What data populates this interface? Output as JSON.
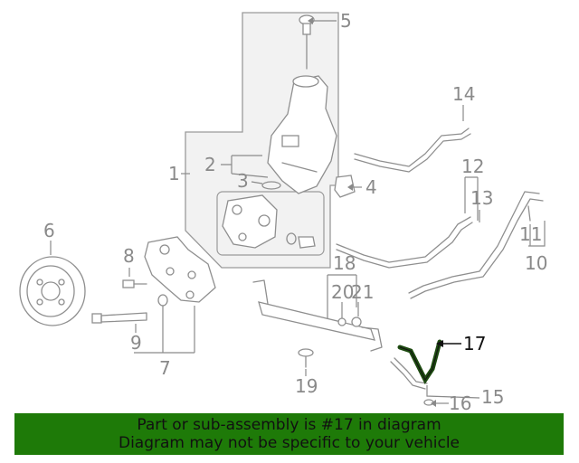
{
  "callouts": [
    "1",
    "2",
    "3",
    "4",
    "5",
    "6",
    "7",
    "8",
    "9",
    "10",
    "11",
    "12",
    "13",
    "14",
    "15",
    "16",
    "17",
    "18",
    "19",
    "20",
    "21"
  ],
  "highlight_part": "17",
  "colors": {
    "banner": "#1e7a08",
    "highlight_hose": "#1d4a10",
    "line": "#8f8f8f",
    "group_fill": "#f2f2f2"
  },
  "banner": {
    "line1": "Part or sub-assembly is #17 in diagram",
    "line2": "Diagram may not be specific to your vehicle"
  }
}
